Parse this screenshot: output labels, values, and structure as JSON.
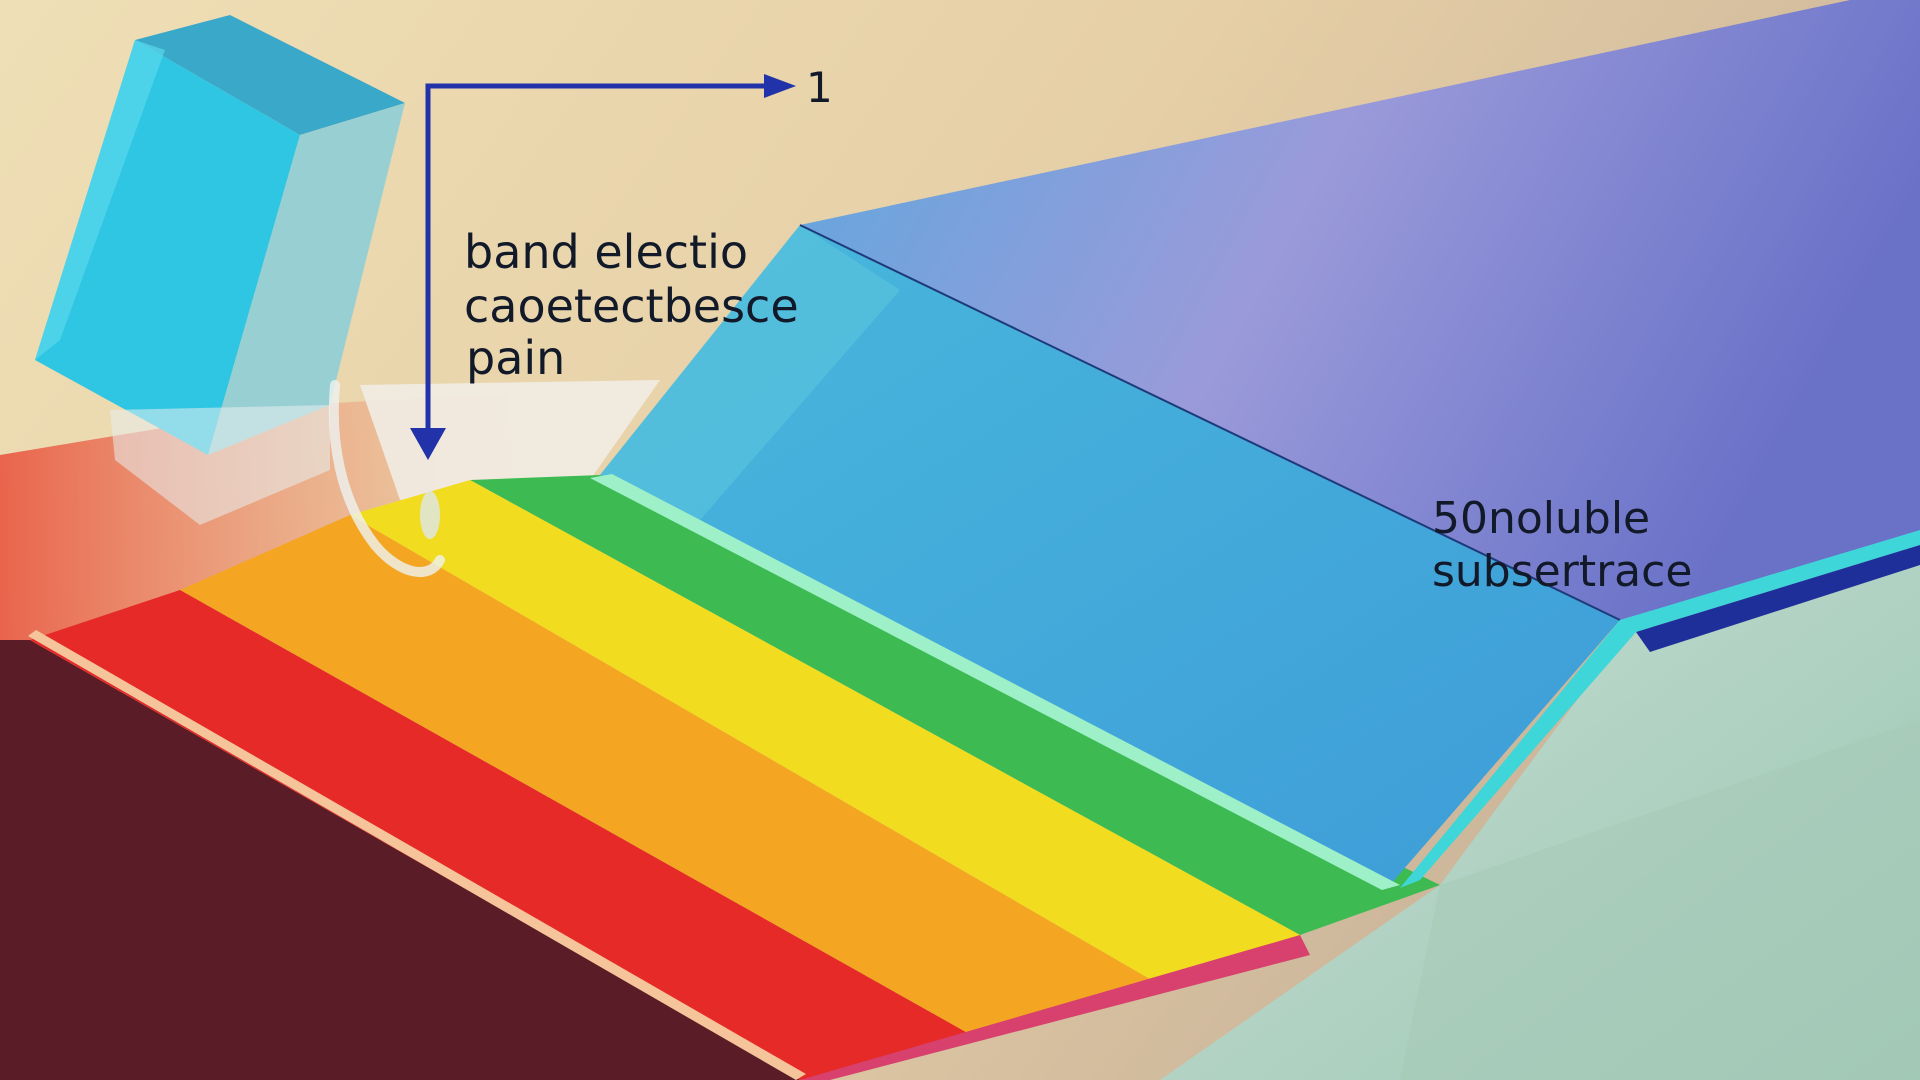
{
  "diagram": {
    "arrow_end_label": "1",
    "callout_lines": [
      "band electio",
      "caoetectbesce",
      "pain"
    ],
    "substrate_lines": [
      "50noluble",
      "subsertrace"
    ]
  },
  "colors": {
    "background_warm": "#eed9ae",
    "prism_cyan": "#2ec6e2",
    "prism_side": "#98cfd2",
    "arrow": "#2232a8",
    "stripe_red": "#e52a28",
    "stripe_orange": "#f4a623",
    "stripe_yellow": "#f2dc20",
    "stripe_green": "#3dbb52",
    "slab_blue": "#45aee0",
    "slab_top": "#8e90d8",
    "substrate_mint": "#b4d6c8",
    "base_maroon": "#5a1c26"
  }
}
